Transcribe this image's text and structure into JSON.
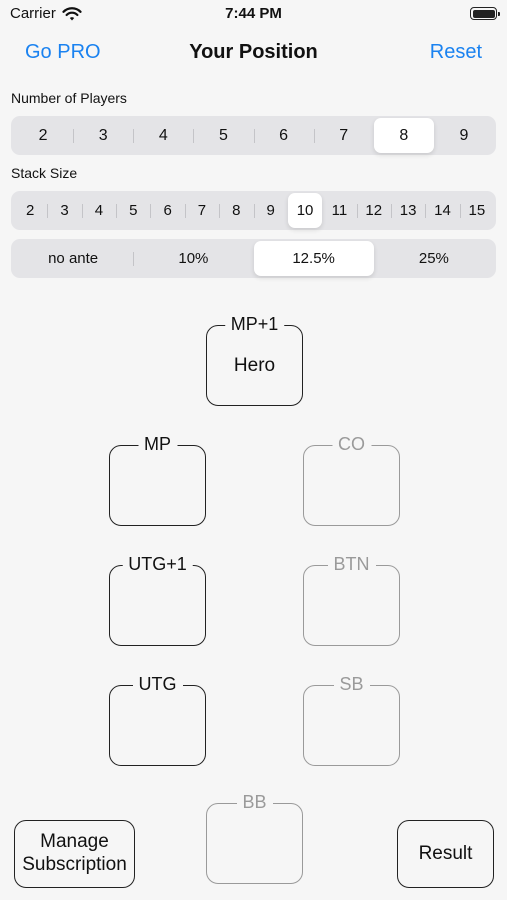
{
  "status_bar": {
    "carrier": "Carrier",
    "time": "7:44 PM"
  },
  "nav": {
    "left": "Go PRO",
    "title": "Your Position",
    "right": "Reset"
  },
  "players": {
    "label": "Number of Players",
    "options": [
      "2",
      "3",
      "4",
      "5",
      "6",
      "7",
      "8",
      "9"
    ],
    "selected": "8"
  },
  "stack": {
    "label": "Stack Size",
    "options": [
      "2",
      "3",
      "4",
      "5",
      "6",
      "7",
      "8",
      "9",
      "10",
      "11",
      "12",
      "13",
      "14",
      "15"
    ],
    "selected": "10"
  },
  "ante": {
    "options": [
      "no ante",
      "10%",
      "12.5%",
      "25%"
    ],
    "selected": "12.5%"
  },
  "seats": {
    "mp1": {
      "label": "MP+1",
      "player": "Hero"
    },
    "mp": {
      "label": "MP"
    },
    "co": {
      "label": "CO"
    },
    "utg1": {
      "label": "UTG+1"
    },
    "btn": {
      "label": "BTN"
    },
    "utg": {
      "label": "UTG"
    },
    "sb": {
      "label": "SB"
    },
    "bb": {
      "label": "BB"
    }
  },
  "buttons": {
    "manage_line1": "Manage",
    "manage_line2": "Subscription",
    "result": "Result"
  },
  "colors": {
    "accent": "#1a82f0",
    "inactive": "#9a9a9a"
  }
}
